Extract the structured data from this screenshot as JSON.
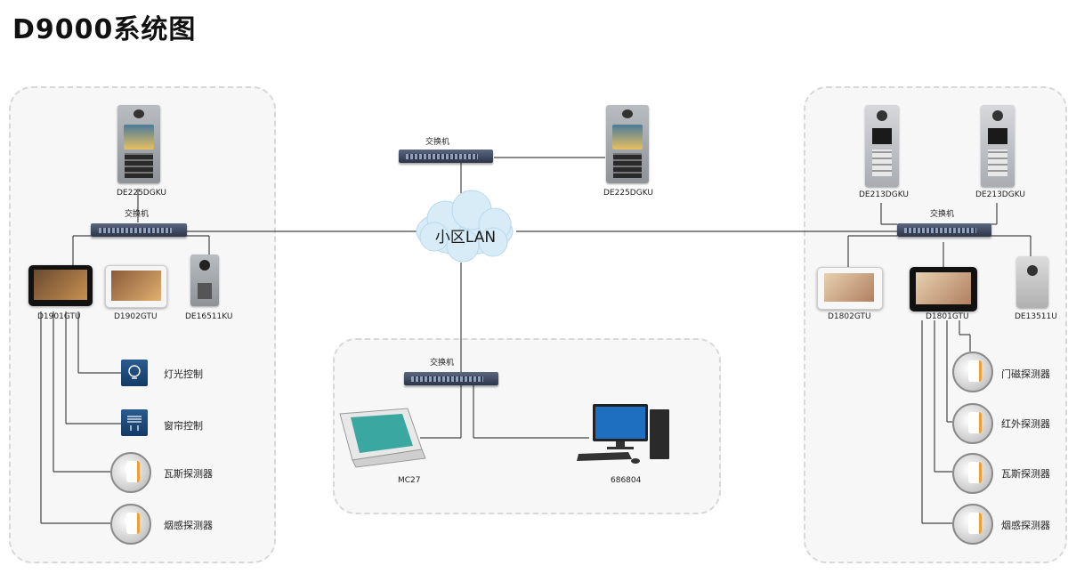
{
  "title": "D9000系统图",
  "cloud": {
    "label": "小区LAN"
  },
  "switch_label": "交换机",
  "left": {
    "outdoor": "DE225DGKU",
    "monitors": [
      "D1901GTU",
      "D1902GTU",
      "DE16511KU"
    ],
    "functions": [
      "灯光控制",
      "窗帘控制",
      "瓦斯探测器",
      "烟感探测器"
    ]
  },
  "center_top": {
    "outdoor": "DE225DGKU"
  },
  "center_bottom": {
    "devices": [
      "MC27",
      "686804"
    ]
  },
  "right": {
    "outdoors": [
      "DE213DGKU",
      "DE213DGKU"
    ],
    "monitors": [
      "D1802GTU",
      "D1801GTU",
      "DE13511U"
    ],
    "detectors": [
      "门磁探测器",
      "红外探测器",
      "瓦斯探测器",
      "烟感探测器"
    ]
  },
  "colors": {
    "line": "#444444",
    "panel_border": "#d8d8d8",
    "panel_bg": "#f7f7f7",
    "cloud": "#d7ecf7",
    "accent_orange": "#f0a030"
  }
}
